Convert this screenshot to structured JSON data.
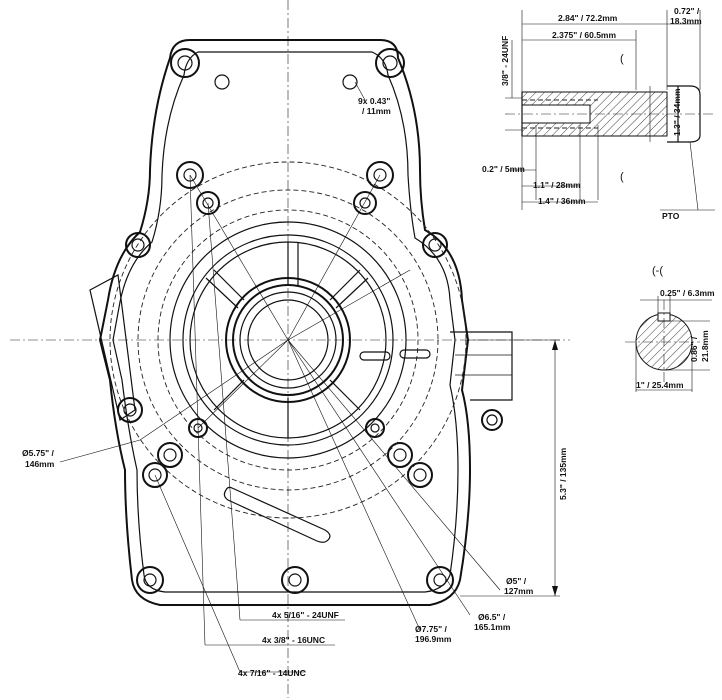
{
  "labels": {
    "holes_9x": "9x 0.43\"",
    "holes_9x_mm": "/ 11mm",
    "dia_575": "Ø5.75\" /",
    "dia_575_mm": "146mm",
    "thread_516": "4x 5/16\" - 24UNF",
    "thread_38": "4x 3/8\" - 16UNC",
    "thread_716": "4x 7/16\" - 14UNC",
    "dia_775": "Ø7.75\" /",
    "dia_775_mm": "196.9mm",
    "dia_65": "Ø6.5\" /",
    "dia_65_mm": "165.1mm",
    "dia_5": "Ø5\" /",
    "dia_5_mm": "127mm",
    "height_53": "5.3\" / 135mm"
  },
  "shaft": {
    "len_284": "2.84\" / 72.2mm",
    "len_2375": "2.375\" / 60.5mm",
    "tip_072": "0.72\" /",
    "tip_072_mm": "18.3mm",
    "thread_38_unf": "3/8\" - 24UNF",
    "dia_13": "1.3\" / 34mm",
    "len_02": "0.2\" / 5mm",
    "len_11": "1.1\" / 28mm",
    "len_14": "1.4\" / 36mm",
    "pto": "PTO"
  },
  "section": {
    "key_025": "0.25\" / 6.3mm",
    "dia_086": "0.86\" /",
    "dia_086_mm": "21.8mm",
    "dia_1": "1\" / 25.4mm",
    "marker_top": "(",
    "marker_bottom": "(",
    "marker_cc": "(-("
  }
}
